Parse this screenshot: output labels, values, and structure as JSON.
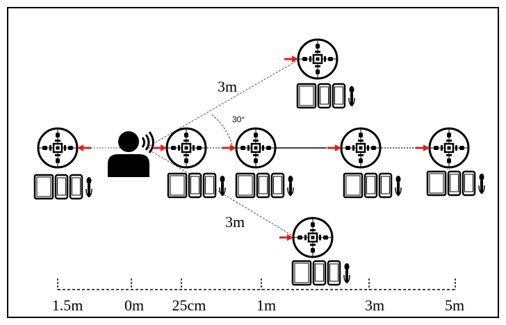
{
  "distances": {
    "upper": "3m",
    "lower": "3m",
    "angle": "30°"
  },
  "scale_labels": [
    "1.5m",
    "0m",
    "25cm",
    "1m",
    "3m",
    "5m"
  ],
  "icons": {
    "person": "person-speaker-icon",
    "microphone_array": "microphone-array-icon",
    "tablet": "tablet-icon",
    "phone": "smartphone-icon",
    "smart_pen": "smart-pen-icon",
    "direction_arrow": "direction-arrow-icon"
  },
  "colors": {
    "arrow": "#e02020",
    "ink": "#000000",
    "border": "#000000"
  }
}
